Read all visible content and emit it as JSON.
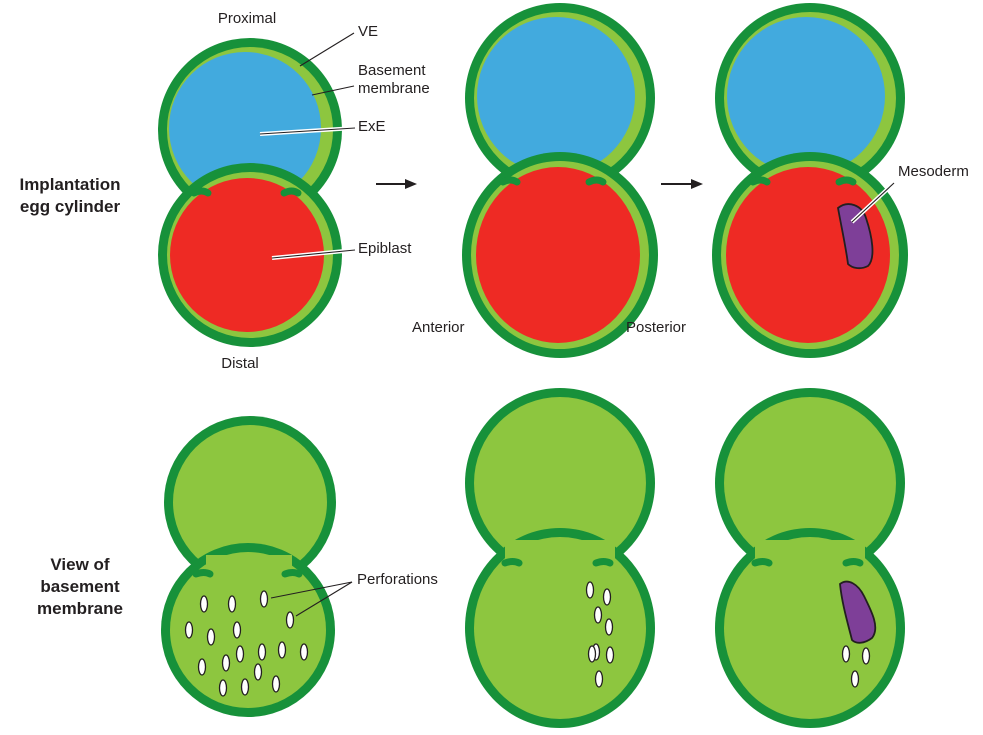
{
  "colors": {
    "visceral_endoderm": "#17913a",
    "basement_membrane": "#8dc63f",
    "exe": "#42aade",
    "epiblast": "#ee2a24",
    "mesoderm": "#7e3f98",
    "text": "#231f20"
  },
  "rows": {
    "top_title_line1": "Implantation",
    "top_title_line2": "egg cylinder",
    "bottom_title_line1": "View of",
    "bottom_title_line2": "basement",
    "bottom_title_line3": "membrane"
  },
  "labels": {
    "proximal": "Proximal",
    "distal": "Distal",
    "ve": "VE",
    "basement_line1": "Basement",
    "basement_line2": "membrane",
    "exe": "ExE",
    "epiblast": "Epiblast",
    "anterior": "Anterior",
    "posterior": "Posterior",
    "mesoderm": "Mesoderm",
    "perforations": "Perforations"
  }
}
